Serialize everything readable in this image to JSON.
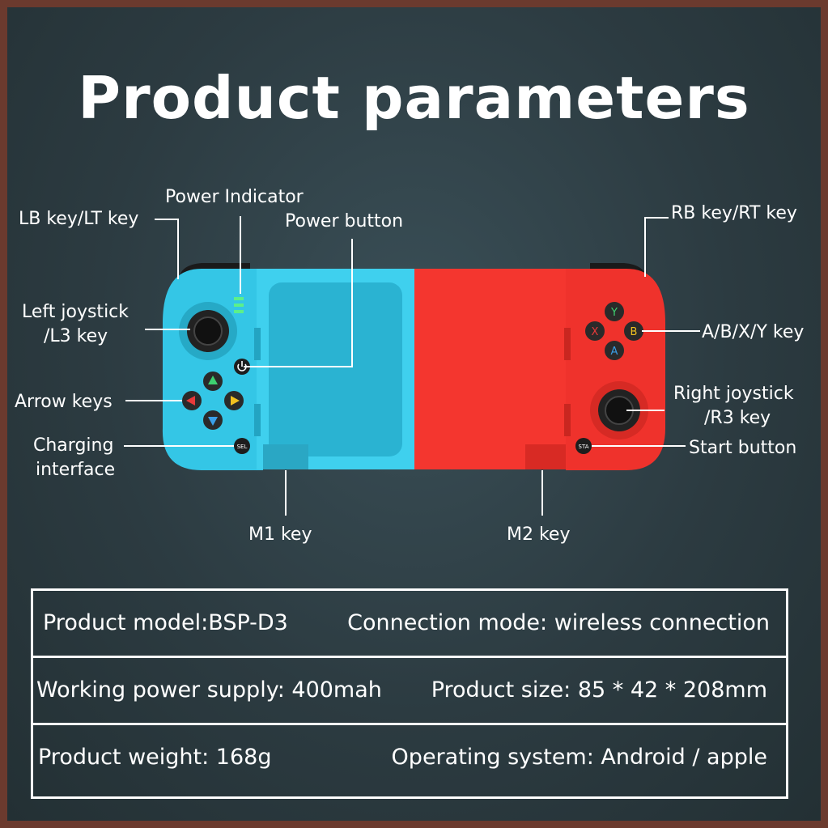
{
  "title": "Product parameters",
  "labels": {
    "power_indicator": "Power Indicator",
    "lb_lt": "LB key/LT key",
    "power_button": "Power button",
    "rb_rt": "RB key/RT key",
    "left_joystick_1": "Left joystick",
    "left_joystick_2": "/L3 key",
    "abxy": "A/B/X/Y key",
    "arrow_keys": "Arrow keys",
    "right_joystick_1": "Right joystick",
    "right_joystick_2": "/R3 key",
    "charging_1": "Charging",
    "charging_2": "interface",
    "start_button": "Start button",
    "m1": "M1 key",
    "m2": "M2 key"
  },
  "buttons": {
    "y": "Y",
    "x": "X",
    "b": "B",
    "a": "A",
    "sel": "SEL",
    "sta": "STA"
  },
  "colors": {
    "left_body": "#36c8e8",
    "right_body": "#f0342e",
    "background": "#2e3d43",
    "border": "#6b3a2e"
  },
  "specs": [
    {
      "left": "Product model:BSP-D3",
      "right": "Connection mode: wireless connection"
    },
    {
      "left": "Working power supply: 400mah",
      "right": "Product size: 85 * 42 * 208mm"
    },
    {
      "left": "Product weight: 168g",
      "right": "Operating system: Android / apple"
    }
  ]
}
